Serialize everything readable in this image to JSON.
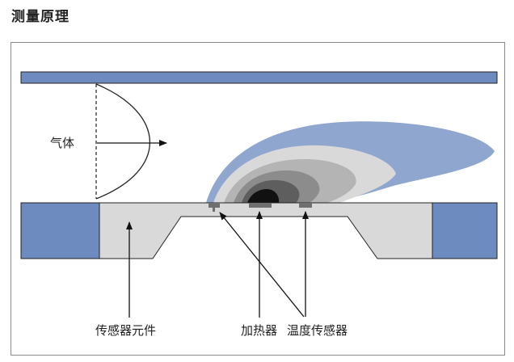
{
  "title": "测量原理",
  "labels": {
    "gas": "气体",
    "sensor_element": "传感器元件",
    "heater": "加热器",
    "temp_sensor": "温度传感器"
  },
  "colors": {
    "plate_blue": "#6d8bbf",
    "plume_outer": "#8fa6cf",
    "plume_band2": "#d9d9d9",
    "plume_band3": "#b4b4b4",
    "plume_band4": "#8c8c8c",
    "plume_band5": "#5e5e5e",
    "plume_core": "#111111",
    "substrate": "#d9d9d9",
    "chip_marker": "#6f6f6f"
  }
}
